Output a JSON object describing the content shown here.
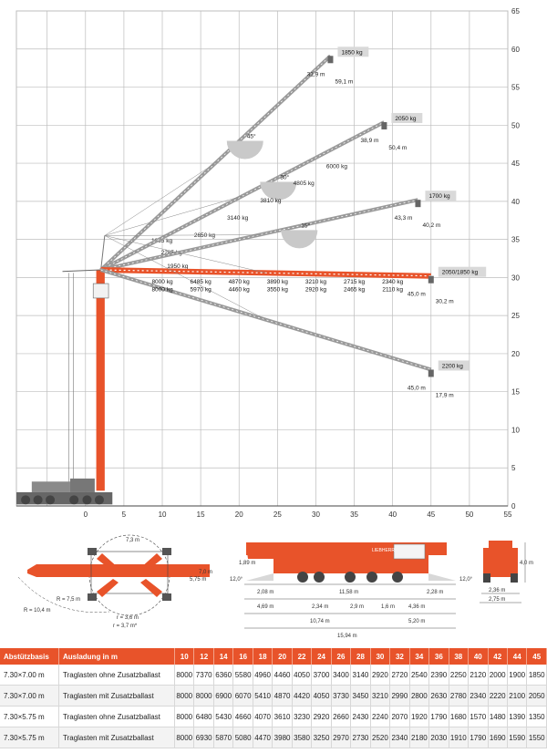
{
  "chart_data": {
    "type": "load-range-diagram",
    "x_ticks": [
      "0",
      "5",
      "10",
      "15",
      "20",
      "25",
      "30",
      "35",
      "40",
      "45",
      "50",
      "55"
    ],
    "y_ticks": [
      "0",
      "5",
      "10",
      "15",
      "20",
      "25",
      "30",
      "35",
      "40",
      "45",
      "50",
      "55",
      "60",
      "65"
    ],
    "xlim": [
      -9,
      55
    ],
    "ylim": [
      0,
      65
    ],
    "jibs": [
      {
        "angle_label": "45°",
        "tip": [
          31.9,
          59.1
        ],
        "tip_load": "1850 kg",
        "radius_label": "31,9 m",
        "height_label": "59,1 m",
        "along_labels": [
          "1865 kg"
        ]
      },
      {
        "angle_label": "30°",
        "tip": [
          38.9,
          50.4
        ],
        "tip_load": "2050 kg",
        "radius_label": "38,9 m",
        "height_label": "50,4 m",
        "along_labels": [
          "2285 kg",
          "2650 kg",
          "3140 kg",
          "3810 kg",
          "4805 kg",
          "6000 kg"
        ]
      },
      {
        "angle_label": "15°",
        "tip": [
          43.3,
          40.2
        ],
        "tip_load": "1700 kg",
        "radius_label": "43,3 m",
        "height_label": "40,2 m",
        "along_labels": [
          "1950 kg"
        ]
      },
      {
        "angle_label": "",
        "tip": [
          45.0,
          30.2
        ],
        "tip_load": "2050/1850 kg",
        "radius_label": "45,0 m",
        "height_label": "30,2 m",
        "along_labels": [],
        "highlight": true
      },
      {
        "angle_label": "",
        "tip": [
          45.0,
          17.9
        ],
        "tip_load": "2200 kg",
        "radius_label": "45,0 m",
        "height_label": "17,9 m",
        "along_labels": []
      }
    ],
    "horizontal_loads": [
      {
        "x": 10,
        "top": "8000 kg",
        "bottom": "8000 kg"
      },
      {
        "x": 15,
        "top": "6485 kg",
        "bottom": "5970 kg"
      },
      {
        "x": 20,
        "top": "4870 kg",
        "bottom": "4460 kg"
      },
      {
        "x": 25,
        "top": "3890 kg",
        "bottom": "3550 kg"
      },
      {
        "x": 30,
        "top": "3210 kg",
        "bottom": "2920 kg"
      },
      {
        "x": 35,
        "top": "2715 kg",
        "bottom": "2465 kg"
      },
      {
        "x": 40,
        "top": "2340 kg",
        "bottom": "2110 kg"
      }
    ],
    "colors": {
      "accent": "#e8532a",
      "grid": "#bdbdbd",
      "jib": "#9a9a9a",
      "angle_fill": "#c9c9c9"
    }
  },
  "drawings": {
    "plan": [
      "7,3 m",
      "7,0 m",
      "5,75 m",
      "R = 7,5 m",
      "R = 10,4 m",
      "r = 3,6 m",
      "r = 3,7 m*"
    ],
    "side": {
      "angles": [
        "12,0°",
        "12,0°"
      ],
      "heights": [
        "1,89 m"
      ],
      "row1": [
        "2,08 m",
        "11,58 m",
        "2,28 m"
      ],
      "row2": [
        "4,69 m",
        "2,34 m",
        "2,9 m",
        "1,6 m",
        "4,36 m"
      ],
      "row3": [
        "10,74 m",
        "5,20 m"
      ],
      "row4": [
        "15,94 m"
      ]
    },
    "rear": {
      "height": "4,0 m",
      "widths": [
        "2,36 m",
        "2,75 m"
      ]
    },
    "brand": "LIEBHERR"
  },
  "table": {
    "col1": "Abstützbasis",
    "col2": "Ausladung in m",
    "radii": [
      "10",
      "12",
      "14",
      "16",
      "18",
      "20",
      "22",
      "24",
      "26",
      "28",
      "30",
      "32",
      "34",
      "36",
      "38",
      "40",
      "42",
      "44",
      "45"
    ],
    "rows": [
      {
        "base": "7.30×7.00 m",
        "label": "Traglasten ohne Zusatzballast",
        "values": [
          "8000",
          "7370",
          "6360",
          "5580",
          "4960",
          "4460",
          "4050",
          "3700",
          "3400",
          "3140",
          "2920",
          "2720",
          "2540",
          "2390",
          "2250",
          "2120",
          "2000",
          "1900",
          "1850"
        ]
      },
      {
        "base": "7.30×7.00 m",
        "label": "Traglasten mit Zusatzballast",
        "values": [
          "8000",
          "8000",
          "6900",
          "6070",
          "5410",
          "4870",
          "4420",
          "4050",
          "3730",
          "3450",
          "3210",
          "2990",
          "2800",
          "2630",
          "2780",
          "2340",
          "2220",
          "2100",
          "2050"
        ]
      },
      {
        "base": "7.30×5.75 m",
        "label": "Traglasten ohne Zusatzballast",
        "values": [
          "8000",
          "6480",
          "5430",
          "4660",
          "4070",
          "3610",
          "3230",
          "2920",
          "2660",
          "2430",
          "2240",
          "2070",
          "1920",
          "1790",
          "1680",
          "1570",
          "1480",
          "1390",
          "1350"
        ]
      },
      {
        "base": "7.30×5.75 m",
        "label": "Traglasten mit Zusatzballast",
        "values": [
          "8000",
          "6930",
          "5870",
          "5080",
          "4470",
          "3980",
          "3580",
          "3250",
          "2970",
          "2730",
          "2520",
          "2340",
          "2180",
          "2030",
          "1910",
          "1790",
          "1690",
          "1590",
          "1550"
        ]
      }
    ]
  }
}
